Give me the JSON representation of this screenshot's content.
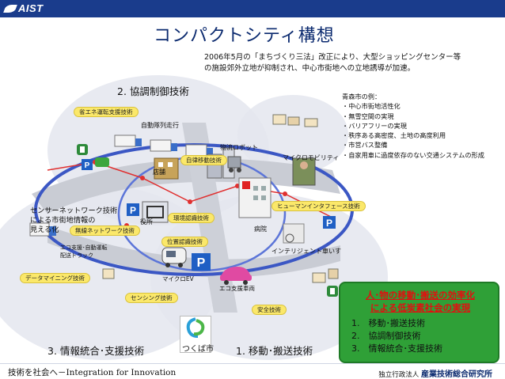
{
  "header": {
    "logo_text": "AIST",
    "title": "コンパクトシティ構想",
    "intro_line1": "2006年5月の「まちづくり三法」改正により、大型ショッピングセンター等",
    "intro_line2": "の施設郊外立地が抑制され、中心市街地への立地誘導が加速。"
  },
  "sections": {
    "coordination": "2. 協調制御技術",
    "info_integration": "3. 情報統合･支援技術",
    "mobility": "1. 移動･搬送技術"
  },
  "example": {
    "heading": "青森市の例：",
    "items": [
      "・中心市街地活性化",
      "・無雪空間の実現",
      "・バリアフリーの実現",
      "・秩序ある高密度、土地の高度利用",
      "・市営バス整備",
      "・自家用車に過度依存のない交通システムの形成"
    ]
  },
  "pills": {
    "eco_driving": "省エネ運転支援技術",
    "autonomous_move": "自律移動技術",
    "human_interface": "ヒューマンインタフェース技術",
    "env_recognition": "環境認識技術",
    "wireless_network": "無線ネットワーク技術",
    "position_recognition": "位置認識技術",
    "data_mining": "データマイニング技術",
    "sensing": "センシング技術",
    "safety": "安全技術"
  },
  "labels": {
    "auto_platoon": "自動隊列走行",
    "logistics_robot": "物流ロボット",
    "micro_mobility": "マイクロモビリティ",
    "store": "店舗",
    "city_hall": "役所",
    "hospital": "病院",
    "intelligent_wheelchair": "インテリジェント車いす",
    "eco_truck_line1": "エコ支援･自動運転",
    "eco_truck_line2": "配送トラック",
    "micro_ev": "マイクロEV",
    "eco_support_car": "エコ支援車両",
    "tsukuba": "つくば市"
  },
  "sensor_note": {
    "line1": "センサーネットワーク技術",
    "line2": "による市街地情報の",
    "line3": "見える化"
  },
  "result": {
    "title_line1": "人･物の移動･搬送の効率化",
    "title_line2": "による低炭素社会の実現",
    "items": [
      "1.　移動･搬送技術",
      "2.　協調制御技術",
      "3.　情報統合･支援技術"
    ]
  },
  "footer": {
    "slogan": "技術を社会へ－Integration for Innovation",
    "org_prefix": "独立行政法人",
    "org_name": "産業技術総合研究所"
  },
  "colors": {
    "header_blue": "#1a3c8c",
    "pill_yellow": "#fbe86a",
    "result_green": "#2fa037",
    "result_red": "#e01010",
    "ring_blue": "#3b57c4",
    "parking_blue": "#1f5fc4"
  }
}
